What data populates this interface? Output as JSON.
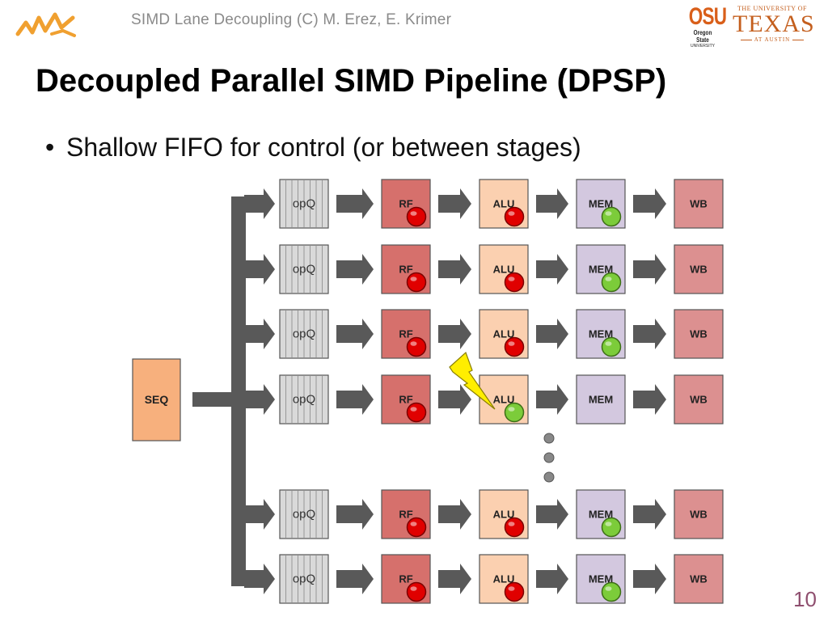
{
  "header": {
    "course": "SIMD Lane Decoupling (C) M. Erez, E. Krimer",
    "logos": {
      "osu": {
        "mark": "OSU",
        "line1": "Oregon State",
        "line2": "UNIVERSITY"
      },
      "ut": {
        "top": "THE UNIVERSITY OF",
        "main": "TEXAS",
        "bottom": "AT AUSTIN"
      }
    }
  },
  "slide": {
    "title": "Decoupled Parallel SIMD Pipeline (DPSP)",
    "bullets": [
      "Shallow FIFO for control (or between stages)"
    ],
    "page_number": "10"
  },
  "diagram": {
    "sequencer_label": "SEQ",
    "stage_labels": [
      "opQ",
      "RF",
      "ALU",
      "MEM",
      "WB"
    ],
    "lanes": [
      {
        "rf": "red",
        "alu": "red",
        "mem": "green"
      },
      {
        "rf": "red",
        "alu": "red",
        "mem": "green"
      },
      {
        "rf": "red",
        "alu": "red",
        "mem": "green"
      },
      {
        "rf": "red",
        "alu": "green",
        "mem": null,
        "event": "lightning"
      },
      {
        "rf": "red",
        "alu": "red",
        "mem": "green"
      },
      {
        "rf": "red",
        "alu": "red",
        "mem": "green"
      }
    ],
    "colors": {
      "seq": "#f7b07d",
      "opq": "#d9d9d9",
      "rf": "#d6706c",
      "alu": "#fbd0b0",
      "mem": "#d3c8df",
      "wb": "#dc9090",
      "arrow": "#595959",
      "token_red": "#e00000",
      "token_green": "#7ccc3a",
      "lightning": "#ffee00"
    }
  }
}
